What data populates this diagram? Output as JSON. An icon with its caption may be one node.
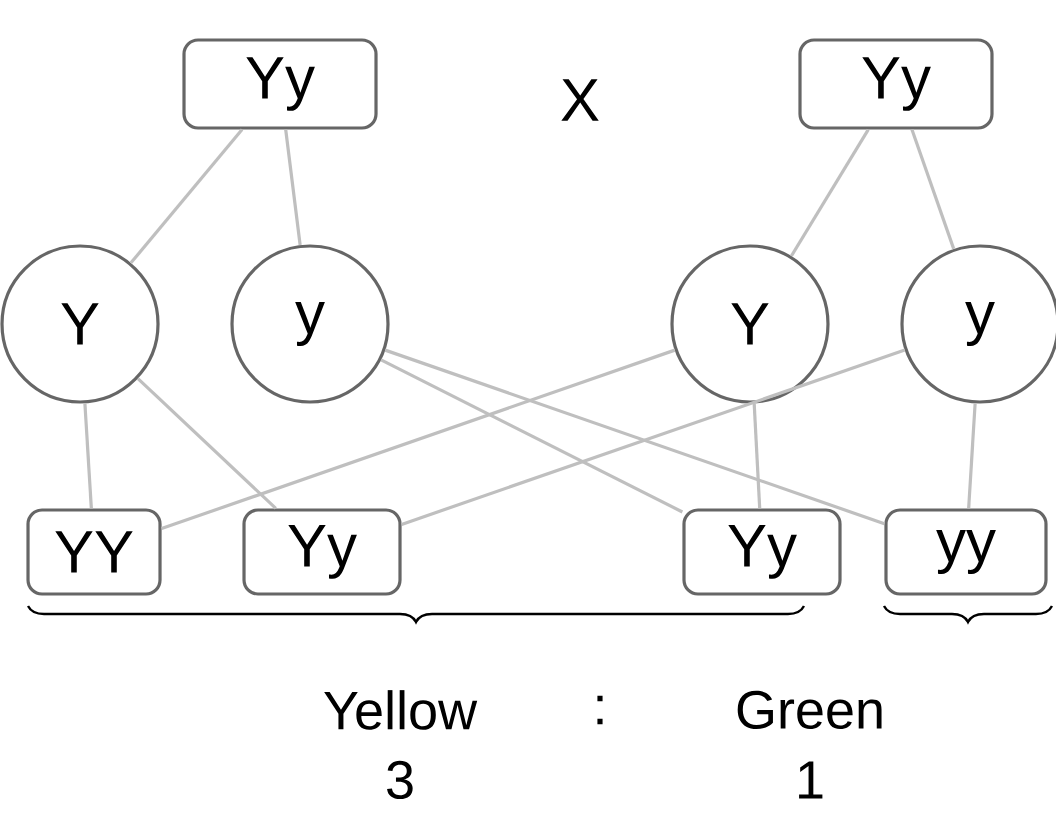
{
  "diagram": {
    "nodes": [
      {
        "text": [
          "Yy"
        ]
      },
      {
        "text": [
          "Yy"
        ]
      },
      {
        "text": [
          "Y"
        ]
      },
      {
        "text": [
          "y"
        ]
      },
      {
        "text": [
          "Y"
        ]
      },
      {
        "text": [
          "y"
        ]
      },
      {
        "text": [
          "YY"
        ]
      },
      {
        "text": [
          "Yy"
        ]
      },
      {
        "text": [
          "Yy"
        ]
      },
      {
        "text": [
          "yy"
        ]
      }
    ],
    "edges": [
      {
        "from": 0,
        "to": 2,
        "arrow": "none"
      },
      {
        "from": 0,
        "to": 3,
        "arrow": "none"
      },
      {
        "from": 1,
        "to": 4,
        "arrow": "none"
      },
      {
        "from": 1,
        "to": 5,
        "arrow": "none"
      },
      {
        "from": 2,
        "to": 6,
        "arrow": "none"
      },
      {
        "from": 2,
        "to": 7,
        "arrow": "none"
      },
      {
        "from": 3,
        "to": 8,
        "arrow": "none"
      },
      {
        "from": 3,
        "to": 9,
        "arrow": "none"
      },
      {
        "from": 4,
        "to": 6,
        "arrow": "none"
      },
      {
        "from": 4,
        "to": 8,
        "arrow": "none"
      },
      {
        "from": 5,
        "to": 7,
        "arrow": "none"
      },
      {
        "from": 5,
        "to": 9,
        "arrow": "none"
      }
    ],
    "labels": [
      "X",
      "Yellow",
      ":",
      "Green",
      "3",
      "1"
    ]
  }
}
